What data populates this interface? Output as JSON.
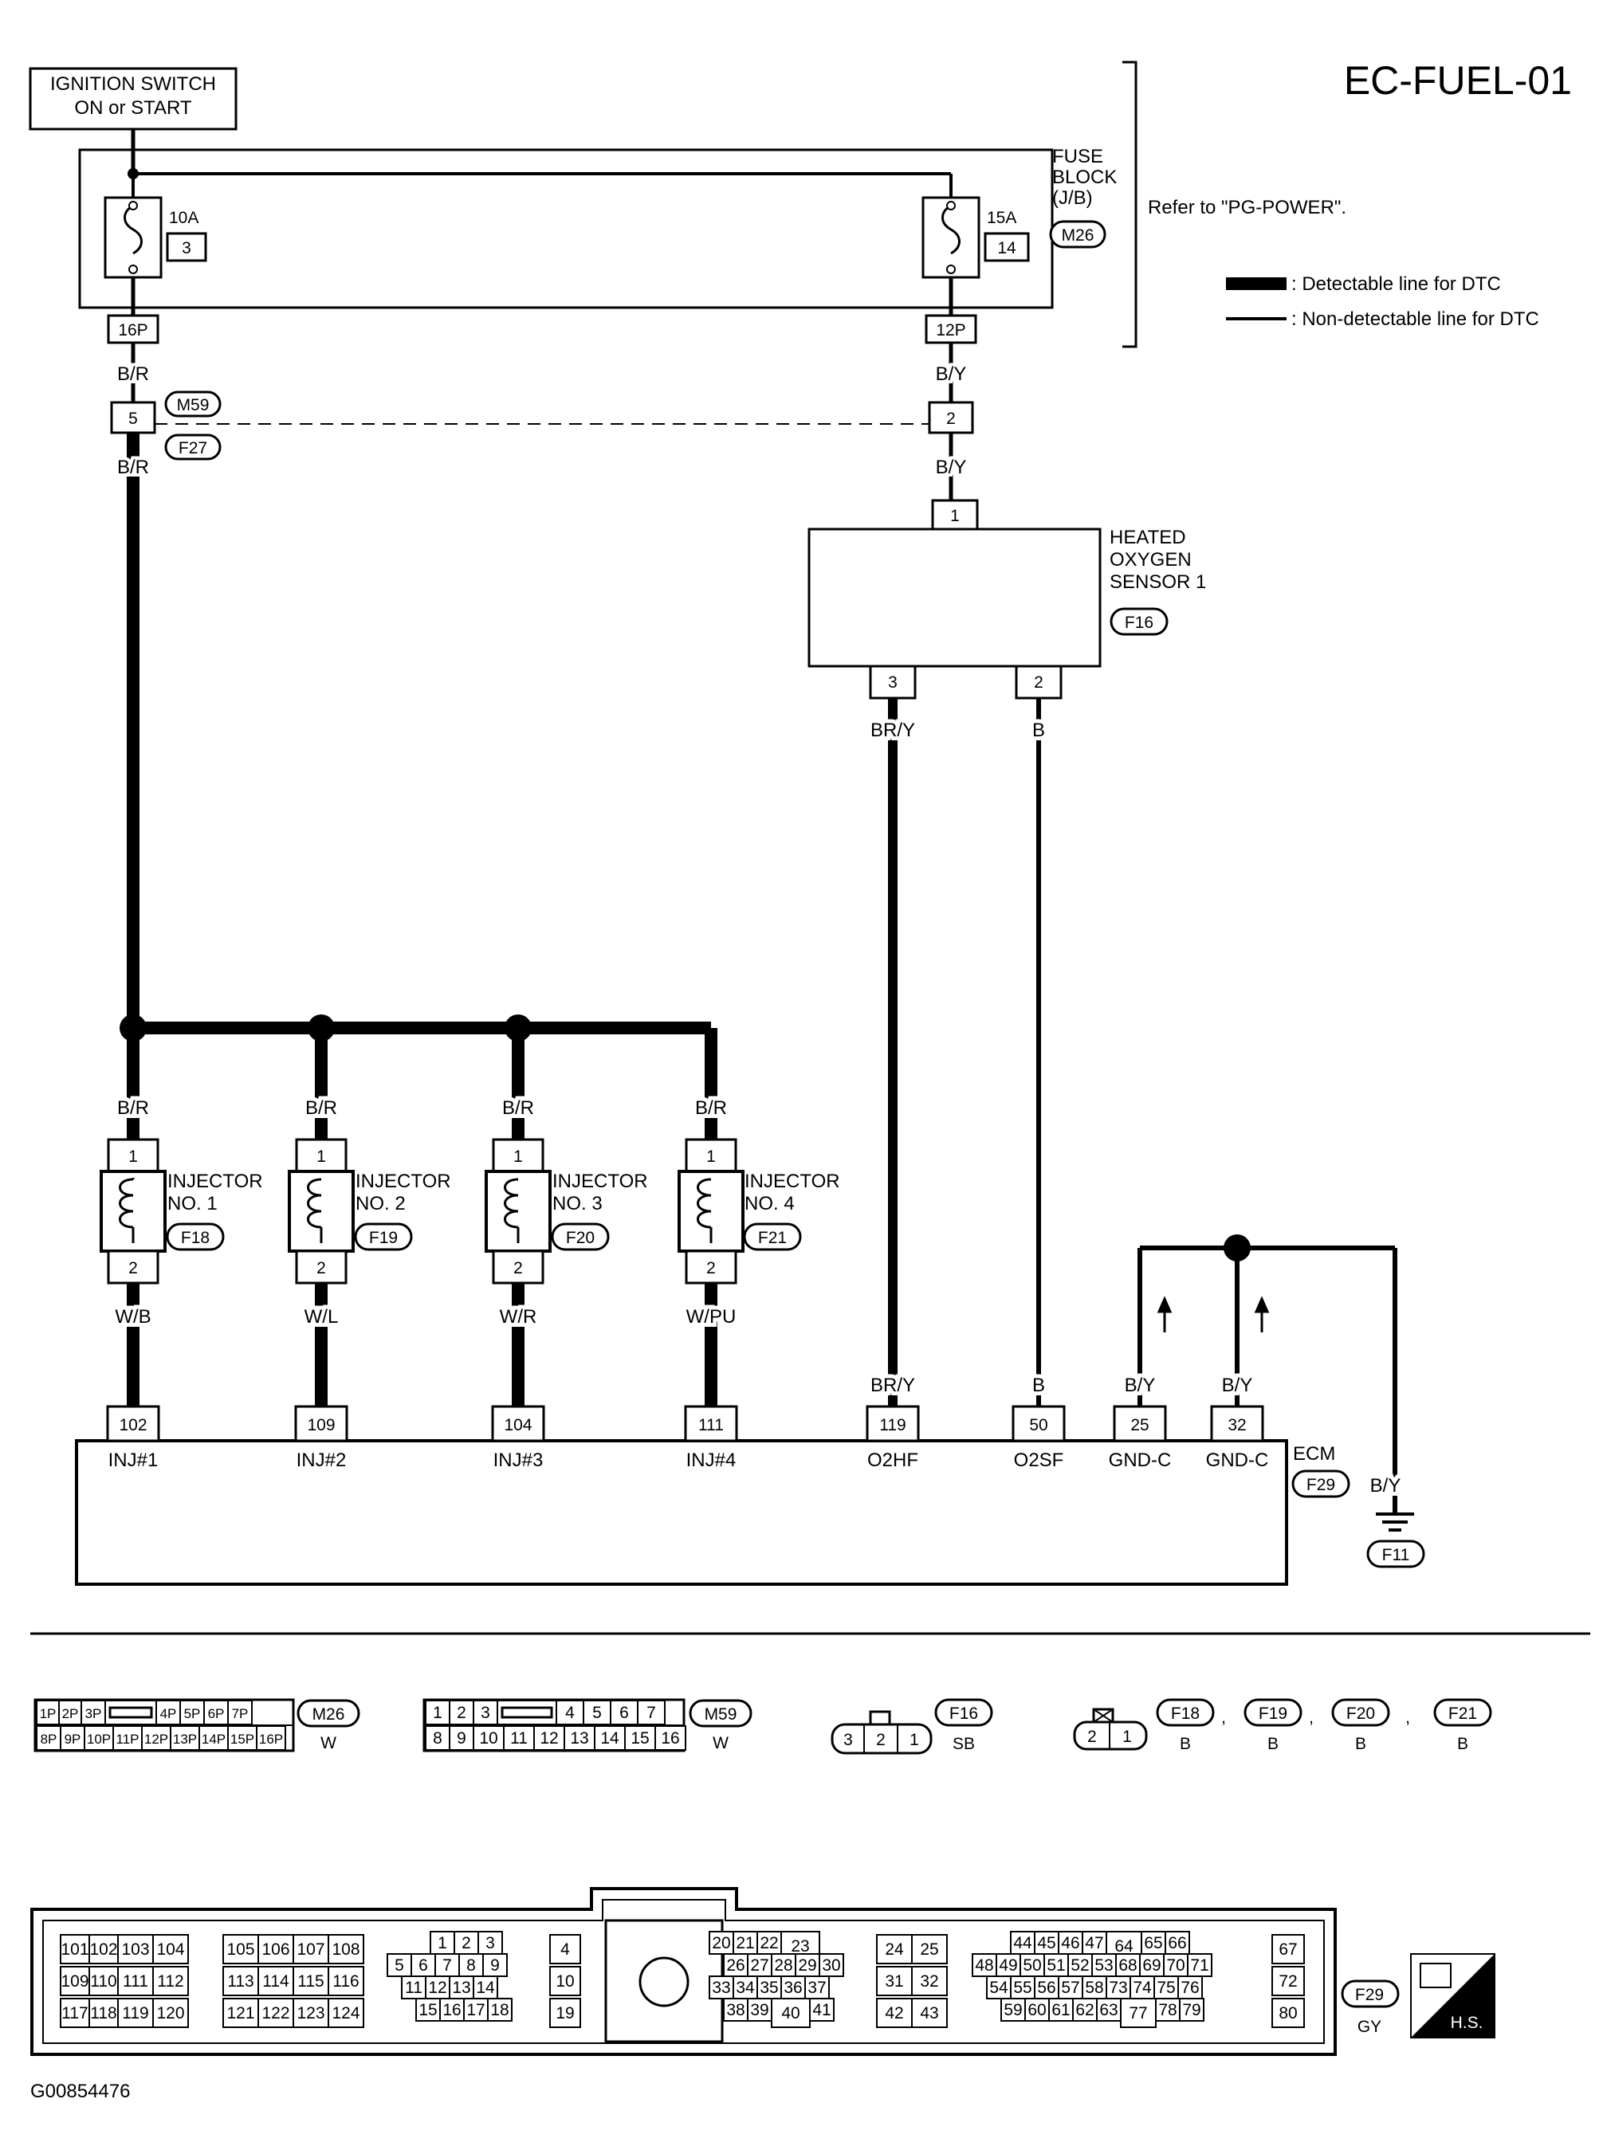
{
  "header": {
    "title": "EC-FUEL-01"
  },
  "ignition": {
    "line1": "IGNITION SWITCH",
    "line2": "ON or START"
  },
  "fuse_block": {
    "label1": "FUSE",
    "label2": "BLOCK",
    "label3": "(J/B)",
    "connector": "M26",
    "refer": "Refer to \"PG-POWER\".",
    "fuse_left": {
      "rating": "10A",
      "num": "3",
      "pin": "16P"
    },
    "fuse_right": {
      "rating": "15A",
      "num": "14",
      "pin": "12P"
    }
  },
  "legend": {
    "detectable": ": Detectable line for DTC",
    "non_detectable": ": Non-detectable line for DTC"
  },
  "junction": {
    "left_pin": "5",
    "right_pin": "2",
    "conn_top": "M59",
    "conn_bottom": "F27"
  },
  "wires": {
    "br": "B/R",
    "by": "B/Y",
    "bry": "BR/Y",
    "b": "B"
  },
  "sensor": {
    "line1": "HEATED",
    "line2": "OXYGEN",
    "line3": "SENSOR 1",
    "connector": "F16",
    "pin_top": "1",
    "pin_a": "3",
    "pin_b": "2"
  },
  "injectors": [
    {
      "label": "INJECTOR",
      "no": "NO. 1",
      "conn": "F18",
      "pin1": "1",
      "pin2": "2",
      "wire_top": "B/R",
      "wire_bottom": "W/B",
      "ecm_pin": "102",
      "ecm_label": "INJ#1"
    },
    {
      "label": "INJECTOR",
      "no": "NO. 2",
      "conn": "F19",
      "pin1": "1",
      "pin2": "2",
      "wire_top": "B/R",
      "wire_bottom": "W/L",
      "ecm_pin": "109",
      "ecm_label": "INJ#2"
    },
    {
      "label": "INJECTOR",
      "no": "NO. 3",
      "conn": "F20",
      "pin1": "1",
      "pin2": "2",
      "wire_top": "B/R",
      "wire_bottom": "W/R",
      "ecm_pin": "104",
      "ecm_label": "INJ#3"
    },
    {
      "label": "INJECTOR",
      "no": "NO. 4",
      "conn": "F21",
      "pin1": "1",
      "pin2": "2",
      "wire_top": "B/R",
      "wire_bottom": "W/PU",
      "ecm_pin": "111",
      "ecm_label": "INJ#4"
    }
  ],
  "ecm": {
    "label": "ECM",
    "connector": "F29",
    "pins": [
      {
        "pin": "119",
        "label": "O2HF",
        "wire": "BR/Y"
      },
      {
        "pin": "50",
        "label": "O2SF",
        "wire": "B"
      },
      {
        "pin": "25",
        "label": "GND-C",
        "wire": "B/Y"
      },
      {
        "pin": "32",
        "label": "GND-C",
        "wire": "B/Y"
      }
    ]
  },
  "ground": {
    "wire": "B/Y",
    "connector": "F11"
  },
  "bottom_connectors": {
    "m26": {
      "row1": [
        "1P",
        "2P",
        "3P",
        "",
        "4P",
        "5P",
        "6P",
        "7P"
      ],
      "row2": [
        "8P",
        "9P",
        "10P",
        "11P",
        "12P",
        "13P",
        "14P",
        "15P",
        "16P"
      ],
      "id": "M26",
      "color": "W"
    },
    "m59": {
      "row1": [
        "1",
        "2",
        "3",
        "",
        "4",
        "5",
        "6",
        "7"
      ],
      "row2": [
        "8",
        "9",
        "10",
        "11",
        "12",
        "13",
        "14",
        "15",
        "16"
      ],
      "id": "M59",
      "color": "W"
    },
    "f16": {
      "pins": [
        "3",
        "2",
        "1"
      ],
      "id": "F16",
      "color": "SB"
    },
    "inj": {
      "pins": [
        "2",
        "1"
      ],
      "ids": [
        "F18",
        "F19",
        "F20",
        "F21"
      ],
      "colors": [
        "B",
        "B",
        "B",
        "B"
      ],
      "sep": ","
    }
  },
  "ecm_connector": {
    "blocks": [
      [
        "101",
        "102",
        "103",
        "104"
      ],
      [
        "109",
        "110",
        "111",
        "112"
      ],
      [
        "117",
        "118",
        "119",
        "120"
      ],
      [
        "105",
        "106",
        "107",
        "108"
      ],
      [
        "113",
        "114",
        "115",
        "116"
      ],
      [
        "121",
        "122",
        "123",
        "124"
      ],
      [
        "1",
        "2",
        "3"
      ],
      [
        "5",
        "6",
        "7",
        "8",
        "9"
      ],
      [
        "11",
        "12",
        "13",
        "14"
      ],
      [
        "15",
        "16",
        "17",
        "18"
      ],
      [
        "4"
      ],
      [
        "10"
      ],
      [
        "19"
      ],
      [
        "20",
        "21",
        "22",
        "23"
      ],
      [
        "26",
        "27",
        "28",
        "29",
        "30"
      ],
      [
        "33",
        "34",
        "35",
        "36",
        "37"
      ],
      [
        "38",
        "39",
        "40",
        "41"
      ],
      [
        "24",
        "25"
      ],
      [
        "31",
        "32"
      ],
      [
        "42",
        "43"
      ],
      [
        "44",
        "45",
        "46",
        "47",
        "64",
        "65",
        "66"
      ],
      [
        "48",
        "49",
        "50",
        "51",
        "52",
        "53",
        "68",
        "69",
        "70",
        "71"
      ],
      [
        "54",
        "55",
        "56",
        "57",
        "58",
        "73",
        "74",
        "75",
        "76"
      ],
      [
        "59",
        "60",
        "61",
        "62",
        "63",
        "77",
        "78",
        "79"
      ],
      [
        "67"
      ],
      [
        "72"
      ],
      [
        "80"
      ]
    ],
    "id": "F29",
    "color": "GY",
    "hs": "H.S."
  },
  "footer": {
    "code": "G00854476"
  }
}
